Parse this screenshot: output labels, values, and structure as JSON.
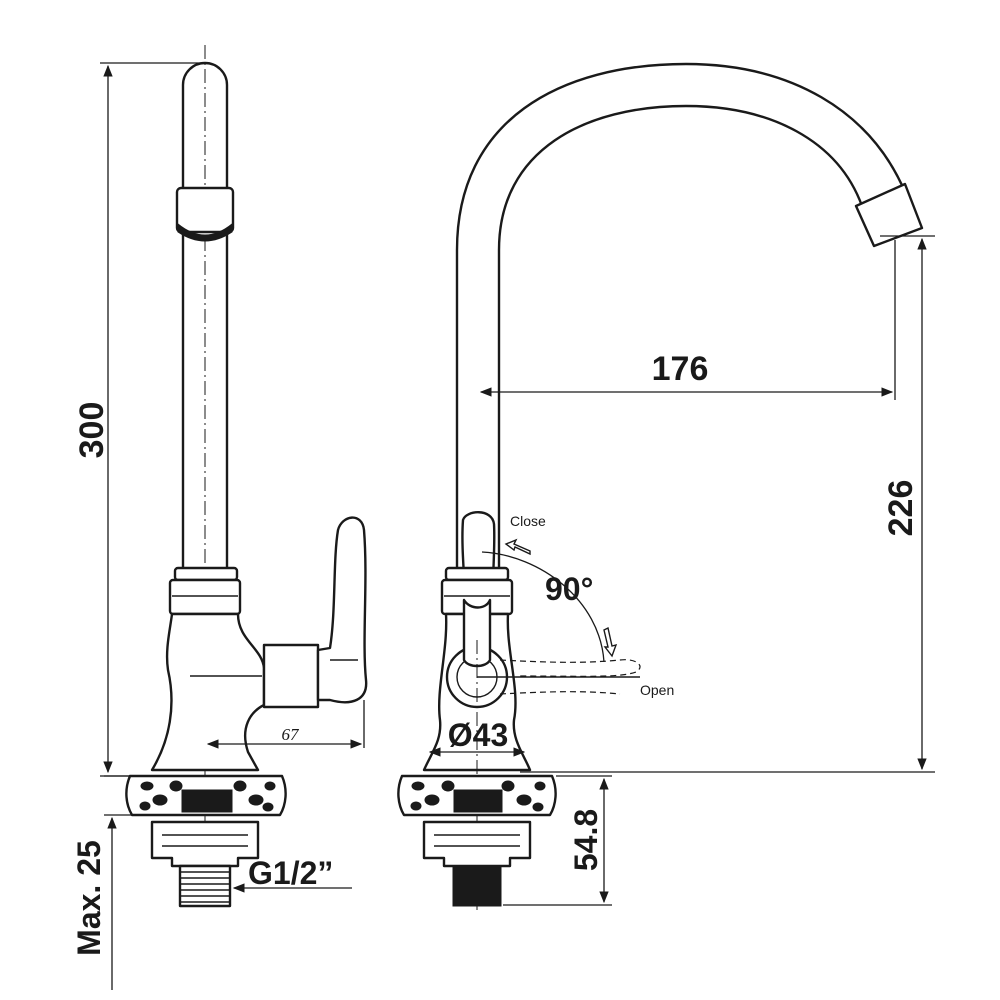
{
  "dimensions": {
    "total_height": "300",
    "spout_height": "226",
    "spout_reach": "176",
    "handle_reach": "67",
    "base_diameter": "Ø43",
    "thread_length": "54.8",
    "max_counter_thickness": "Max. 25",
    "thread_size": "G1/2”"
  },
  "handle_rotation": {
    "angle": "90°",
    "close_label": "Close",
    "open_label": "Open"
  }
}
